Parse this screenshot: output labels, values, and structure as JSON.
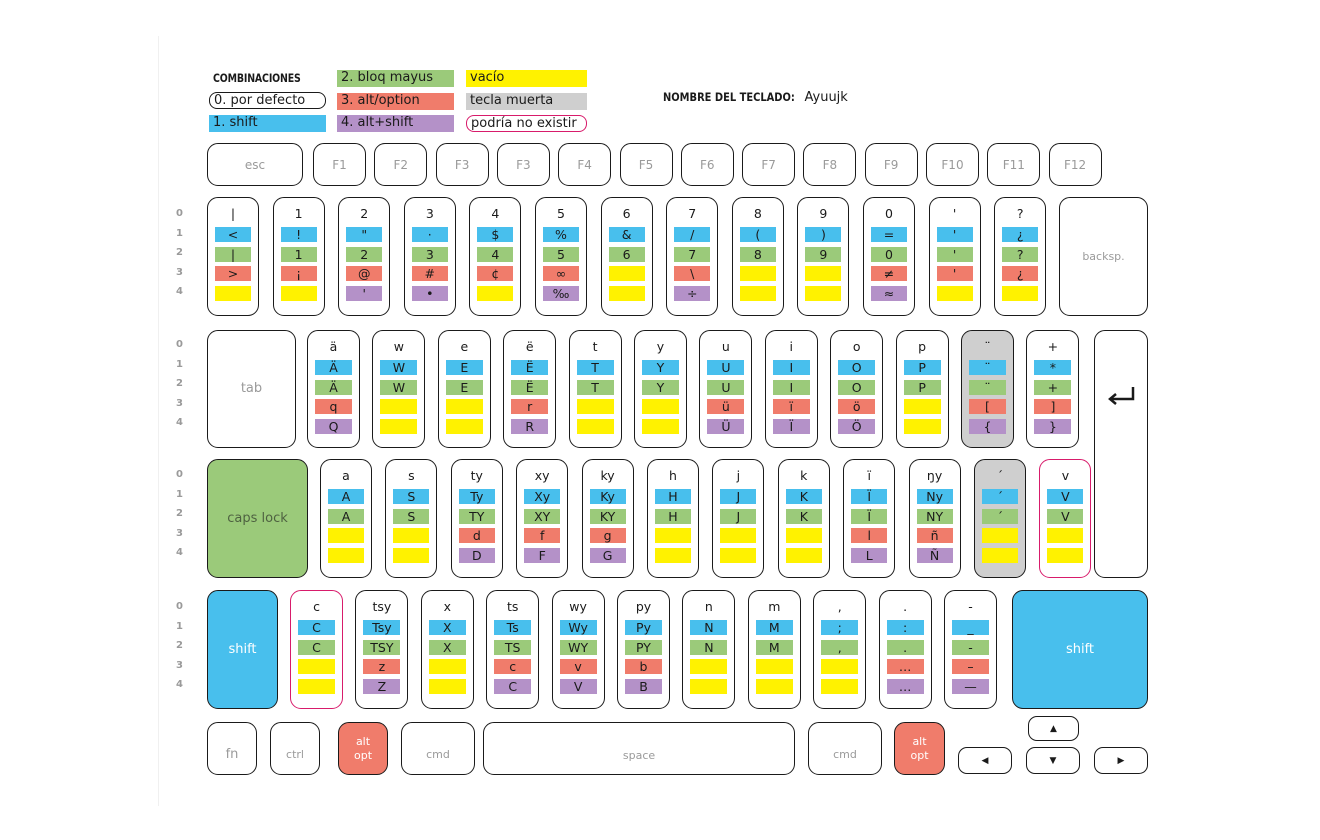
{
  "legend": {
    "title": "COMBINACIONES",
    "items": [
      {
        "label": "0. por defecto"
      },
      {
        "label": "1. shift"
      },
      {
        "label": "2. bloq mayus"
      },
      {
        "label": "3. alt/option"
      },
      {
        "label": "4. alt+shift"
      },
      {
        "label": "vacío"
      },
      {
        "label": "tecla muerta"
      },
      {
        "label": "podría no existir"
      }
    ],
    "colors": {
      "default": "#ffffff",
      "shift": "#48bfed",
      "caps": "#9bca7a",
      "alt": "#f07c6b",
      "altshift": "#b491c8",
      "empty": "#fff200",
      "dead": "#cfcfcf",
      "maybe_missing_border": "#d81b6b"
    }
  },
  "keyboard_name": {
    "label": "NOMBRE DEL TECLADO:",
    "value": "Ayuujk"
  },
  "row_indices": [
    "0",
    "1",
    "2",
    "3",
    "4"
  ],
  "function_row": [
    "esc",
    "F1",
    "F2",
    "F3",
    "F3",
    "F4",
    "F5",
    "F6",
    "F7",
    "F8",
    "F9",
    "F10",
    "F11",
    "F12"
  ],
  "number_row": [
    {
      "c": [
        "|",
        "<",
        "|",
        ">",
        ""
      ]
    },
    {
      "c": [
        "1",
        "!",
        "1",
        "¡",
        ""
      ]
    },
    {
      "c": [
        "2",
        "\"",
        "2",
        "@",
        "'"
      ]
    },
    {
      "c": [
        "3",
        "·",
        "3",
        "#",
        "•"
      ]
    },
    {
      "c": [
        "4",
        "$",
        "4",
        "¢",
        ""
      ]
    },
    {
      "c": [
        "5",
        "%",
        "5",
        "∞",
        "‰"
      ]
    },
    {
      "c": [
        "6",
        "&",
        "6",
        "",
        ""
      ]
    },
    {
      "c": [
        "7",
        "/",
        "7",
        "\\",
        "÷"
      ]
    },
    {
      "c": [
        "8",
        "(",
        "8",
        "",
        ""
      ]
    },
    {
      "c": [
        "9",
        ")",
        "9",
        "",
        ""
      ]
    },
    {
      "c": [
        "0",
        "=",
        "0",
        "≠",
        "≈"
      ]
    },
    {
      "c": [
        "'",
        "'",
        "'",
        "'",
        ""
      ]
    },
    {
      "c": [
        "?",
        "¿",
        "?",
        "¿",
        ""
      ]
    }
  ],
  "backspace_label": "backsp.",
  "tab_label": "tab",
  "top_row": [
    {
      "c": [
        "ä",
        "Ä",
        "Ä",
        "q",
        "Q"
      ]
    },
    {
      "c": [
        "w",
        "W",
        "W",
        "",
        ""
      ]
    },
    {
      "c": [
        "e",
        "E",
        "E",
        "",
        ""
      ]
    },
    {
      "c": [
        "ë",
        "Ë",
        "Ë",
        "r",
        "R"
      ]
    },
    {
      "c": [
        "t",
        "T",
        "T",
        "",
        ""
      ]
    },
    {
      "c": [
        "y",
        "Y",
        "Y",
        "",
        ""
      ]
    },
    {
      "c": [
        "u",
        "U",
        "U",
        "ü",
        "Ü"
      ]
    },
    {
      "c": [
        "i",
        "I",
        "I",
        "ï",
        "Ï"
      ]
    },
    {
      "c": [
        "o",
        "O",
        "O",
        "ö",
        "Ö"
      ]
    },
    {
      "c": [
        "p",
        "P",
        "P",
        "",
        ""
      ]
    },
    {
      "c": [
        "¨",
        "¨",
        "¨",
        "[",
        "{"
      ],
      "dead": true
    },
    {
      "c": [
        "+",
        "*",
        "+",
        "]",
        "}"
      ]
    }
  ],
  "caps_label": "caps lock",
  "home_row": [
    {
      "c": [
        "a",
        "A",
        "A",
        "",
        ""
      ]
    },
    {
      "c": [
        "s",
        "S",
        "S",
        "",
        ""
      ]
    },
    {
      "c": [
        "ty",
        "Ty",
        "TY",
        "d",
        "D"
      ]
    },
    {
      "c": [
        "xy",
        "Xy",
        "XY",
        "f",
        "F"
      ]
    },
    {
      "c": [
        "ky",
        "Ky",
        "KY",
        "g",
        "G"
      ]
    },
    {
      "c": [
        "h",
        "H",
        "H",
        "",
        ""
      ]
    },
    {
      "c": [
        "j",
        "J",
        "J",
        "",
        ""
      ]
    },
    {
      "c": [
        "k",
        "K",
        "K",
        "",
        ""
      ]
    },
    {
      "c": [
        "ï",
        "Ï",
        "Ï",
        "l",
        "L"
      ]
    },
    {
      "c": [
        "ŋy",
        "Ny",
        "NY",
        "ñ",
        "Ñ"
      ]
    },
    {
      "c": [
        "´",
        "´",
        "´",
        "",
        ""
      ],
      "dead": true
    },
    {
      "c": [
        "v",
        "V",
        "V",
        "",
        ""
      ],
      "maybe": true
    }
  ],
  "shift_label": "shift",
  "bottom_row": [
    {
      "c": [
        "c",
        "C",
        "C",
        "",
        ""
      ],
      "maybe": true
    },
    {
      "c": [
        "tsy",
        "Tsy",
        "TSY",
        "z",
        "Z"
      ]
    },
    {
      "c": [
        "x",
        "X",
        "X",
        "",
        ""
      ]
    },
    {
      "c": [
        "ts",
        "Ts",
        "TS",
        "c",
        "C"
      ]
    },
    {
      "c": [
        "wy",
        "Wy",
        "WY",
        "v",
        "V"
      ]
    },
    {
      "c": [
        "py",
        "Py",
        "PY",
        "b",
        "B"
      ]
    },
    {
      "c": [
        "n",
        "N",
        "N",
        "",
        ""
      ]
    },
    {
      "c": [
        "m",
        "M",
        "M",
        "",
        ""
      ]
    },
    {
      "c": [
        ",",
        ";",
        ",",
        "",
        ""
      ]
    },
    {
      "c": [
        ".",
        ":",
        ".",
        "…",
        "…"
      ]
    },
    {
      "c": [
        "-",
        "_",
        "-",
        "–",
        "—"
      ]
    }
  ],
  "modifier_row": {
    "fn": "fn",
    "ctrl": "ctrl",
    "alt_left": "alt\nopt",
    "cmd_left": "cmd",
    "space": "space",
    "cmd_right": "cmd",
    "alt_right": "alt\nopt"
  },
  "arrows": {
    "up": "▲",
    "left": "◀",
    "down": "▼",
    "right": "▶"
  }
}
